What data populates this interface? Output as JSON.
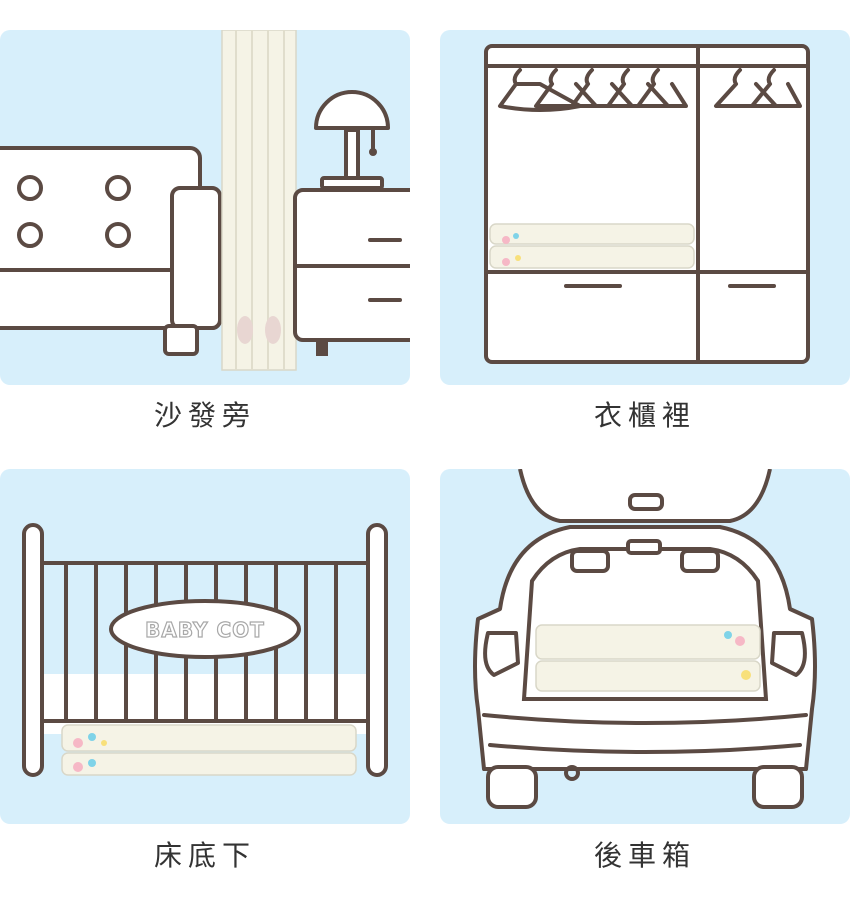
{
  "panels": [
    {
      "caption": "沙發旁",
      "scene": "sofa-side"
    },
    {
      "caption": "衣櫃裡",
      "scene": "wardrobe"
    },
    {
      "caption": "床底下",
      "scene": "under-bed",
      "crib_sign": "BABY COT"
    },
    {
      "caption": "後車箱",
      "scene": "car-trunk"
    }
  ],
  "colors": {
    "panel_bg": "#d7effb",
    "line": "#5b4a43",
    "mat": "#f5f3e6"
  }
}
